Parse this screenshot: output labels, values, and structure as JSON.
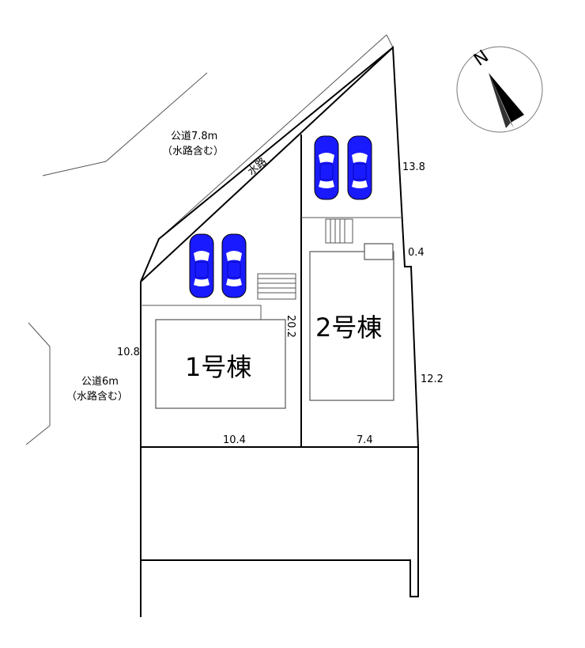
{
  "roads": {
    "north": {
      "line1": "公道7.8m",
      "line2": "（水路含む）"
    },
    "west": {
      "line1": "公道6m",
      "line2": "（水路含む）"
    }
  },
  "waterway": "水路",
  "buildings": {
    "lot1": "1号棟",
    "lot2": "2号棟"
  },
  "dimensions": {
    "east_upper": "13.8",
    "east_jog": "0.4",
    "east_lower": "12.2",
    "west": "10.8",
    "partition": "20.2",
    "south_lot1": "10.4",
    "south_lot2": "7.4"
  },
  "compass": {
    "letter": "N"
  },
  "colors": {
    "car": "#1a1aff",
    "line": "#000000",
    "building_outline": "#555555"
  },
  "icons": [
    "car-icon",
    "stairs-icon",
    "compass-icon"
  ]
}
